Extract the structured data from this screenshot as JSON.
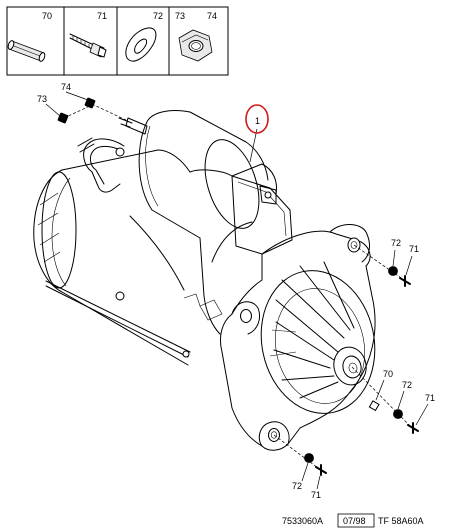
{
  "legend": {
    "cells": [
      {
        "ref": "70",
        "icon": "pin-icon"
      },
      {
        "ref": "71",
        "icon": "bolt-icon"
      },
      {
        "ref": "72",
        "icon": "washer-icon"
      },
      {
        "ref": "73",
        "ref2": "74",
        "icon": "nut-icon"
      }
    ]
  },
  "callouts": {
    "c1": "1",
    "c74_top": "74",
    "c73_top": "73",
    "c72_upper": "72",
    "c71_upper": "71",
    "c70_mid": "70",
    "c72_mid": "72",
    "c71_mid": "71",
    "c72_bottom": "72",
    "c71_bottom": "71"
  },
  "highlight_color": "#d11b1b",
  "footer": {
    "ref": "7533060A",
    "date": "07/98",
    "code": "TF 58A60A"
  }
}
